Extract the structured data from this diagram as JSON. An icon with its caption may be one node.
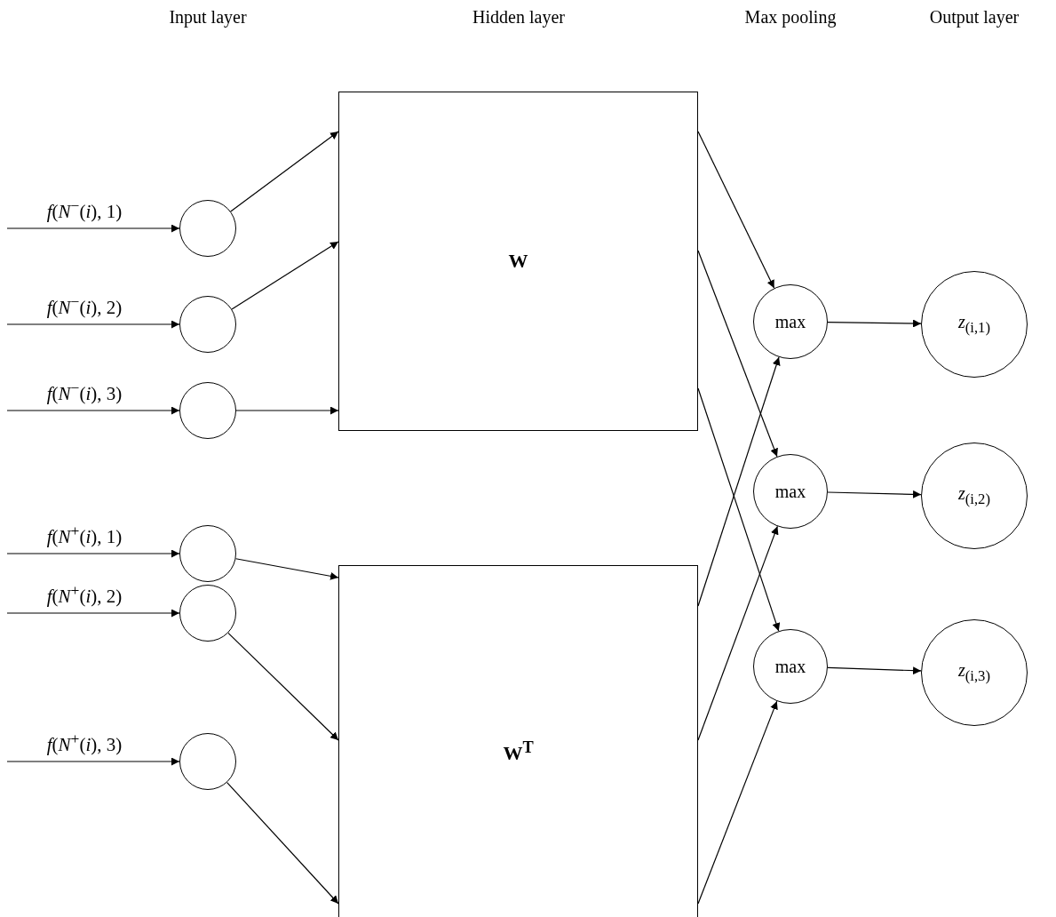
{
  "diagram": {
    "nodes": [
      {
        "text": [],
        "shape": "circle"
      },
      {
        "text": [],
        "shape": "circle"
      },
      {
        "text": [],
        "shape": "circle"
      },
      {
        "text": [],
        "shape": "circle"
      },
      {
        "text": [],
        "shape": "circle"
      },
      {
        "text": [],
        "shape": "circle"
      },
      {
        "text": [
          "W"
        ]
      },
      {
        "text": [
          "W$^{T}$"
        ]
      },
      {
        "text": [
          "max"
        ]
      },
      {
        "text": [
          "max"
        ]
      },
      {
        "text": [
          "max"
        ]
      },
      {
        "text": [
          "*z*$_{(i,1)}$"
        ]
      },
      {
        "text": [
          "*z*$_{(i,2)}$"
        ]
      },
      {
        "text": [
          "*z*$_{(i,3)}$"
        ]
      }
    ],
    "edges": [
      {
        "from": null,
        "to": 0,
        "arrow": "to",
        "label": "*f*(*N*$^{−}$(*i*), 1)"
      },
      {
        "from": null,
        "to": 1,
        "arrow": "to",
        "label": "*f*(*N*$^{−}$(*i*), 2)"
      },
      {
        "from": null,
        "to": 2,
        "arrow": "to",
        "label": "*f*(*N*$^{−}$(*i*), 3)"
      },
      {
        "from": null,
        "to": 3,
        "arrow": "to",
        "label": "*f*(*N*$^{+}$(*i*), 1)"
      },
      {
        "from": null,
        "to": 4,
        "arrow": "to",
        "label": "*f*(*N*$^{+}$(*i*), 2)"
      },
      {
        "from": null,
        "to": 5,
        "arrow": "to",
        "label": "*f*(*N*$^{+}$(*i*), 3)"
      },
      {
        "from": 0,
        "to": 6,
        "arrow": "to"
      },
      {
        "from": 1,
        "to": 6,
        "arrow": "to"
      },
      {
        "from": 2,
        "to": 6,
        "arrow": "to"
      },
      {
        "from": 3,
        "to": 7,
        "arrow": "to"
      },
      {
        "from": 4,
        "to": 7,
        "arrow": "to"
      },
      {
        "from": 5,
        "to": 7,
        "arrow": "to"
      },
      {
        "from": 6,
        "to": 8,
        "arrow": "to"
      },
      {
        "from": 6,
        "to": 9,
        "arrow": "to"
      },
      {
        "from": 6,
        "to": 10,
        "arrow": "to"
      },
      {
        "from": 7,
        "to": 8,
        "arrow": "to"
      },
      {
        "from": 7,
        "to": 9,
        "arrow": "to"
      },
      {
        "from": 7,
        "to": 10,
        "arrow": "to"
      },
      {
        "from": 8,
        "to": 11,
        "arrow": "to"
      },
      {
        "from": 9,
        "to": 12,
        "arrow": "to"
      },
      {
        "from": 10,
        "to": 13,
        "arrow": "to"
      }
    ],
    "labels": [
      "Input layer",
      "Hidden layer",
      "Max pooling",
      "Output layer"
    ]
  }
}
